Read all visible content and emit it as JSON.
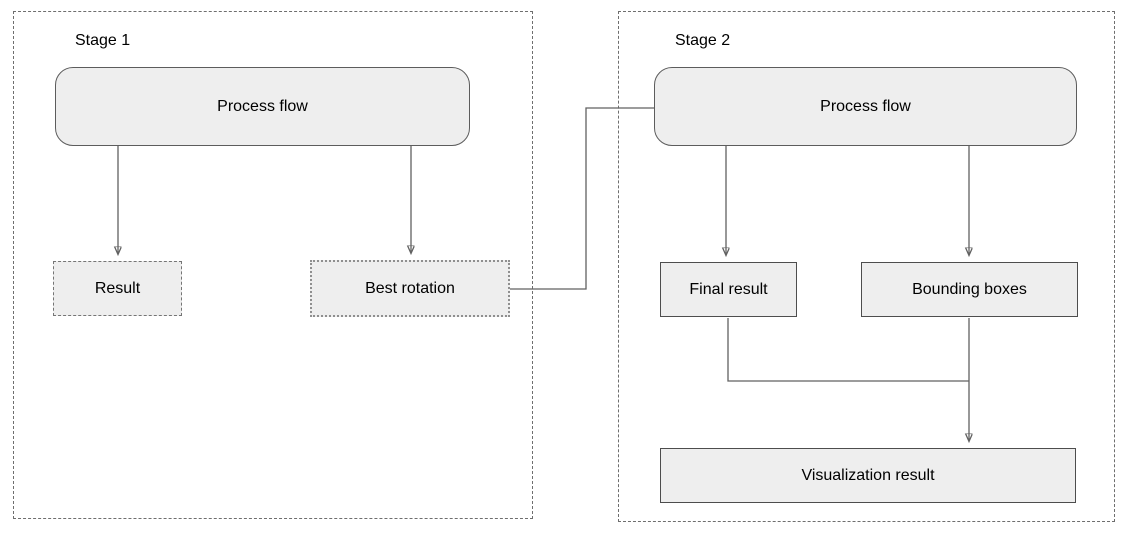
{
  "diagram": {
    "stage1": {
      "title": "Stage 1",
      "nodes": {
        "process": {
          "label": "Process flow",
          "shape": "rounded-rectangle",
          "border": "solid"
        },
        "result": {
          "label": "Result",
          "shape": "rectangle",
          "border": "dashed"
        },
        "best_rotation": {
          "label": "Best rotation",
          "shape": "rectangle",
          "border": "dotted"
        }
      },
      "edges": [
        {
          "from": "process",
          "to": "result",
          "arrow": true
        },
        {
          "from": "process",
          "to": "best_rotation",
          "arrow": true
        }
      ]
    },
    "stage2": {
      "title": "Stage 2",
      "nodes": {
        "process": {
          "label": "Process flow",
          "shape": "rounded-rectangle",
          "border": "solid"
        },
        "final_result": {
          "label": "Final result",
          "shape": "rectangle",
          "border": "solid"
        },
        "bounding_boxes": {
          "label": "Bounding boxes",
          "shape": "rectangle",
          "border": "solid"
        },
        "visualization": {
          "label": "Visualization result",
          "shape": "rectangle",
          "border": "solid"
        }
      },
      "edges": [
        {
          "from": "process",
          "to": "final_result",
          "arrow": true
        },
        {
          "from": "process",
          "to": "bounding_boxes",
          "arrow": true
        },
        {
          "from": "final_result",
          "to": "visualization",
          "arrow": true,
          "via": "merge"
        },
        {
          "from": "bounding_boxes",
          "to": "visualization",
          "arrow": true
        }
      ]
    },
    "cross_stage_edges": [
      {
        "from": "stage1.best_rotation",
        "to": "stage2.process",
        "arrow": false,
        "style": "elbow"
      }
    ]
  },
  "colors": {
    "background": "#ffffff",
    "node_fill": "#eeeeee",
    "node_stroke": "#4d4d4d",
    "rounded_stroke": "#5c5c5c",
    "dashed_stroke": "#757575",
    "container_stroke": "#6e6e6e",
    "connector": "#616161",
    "text": "#000000"
  }
}
